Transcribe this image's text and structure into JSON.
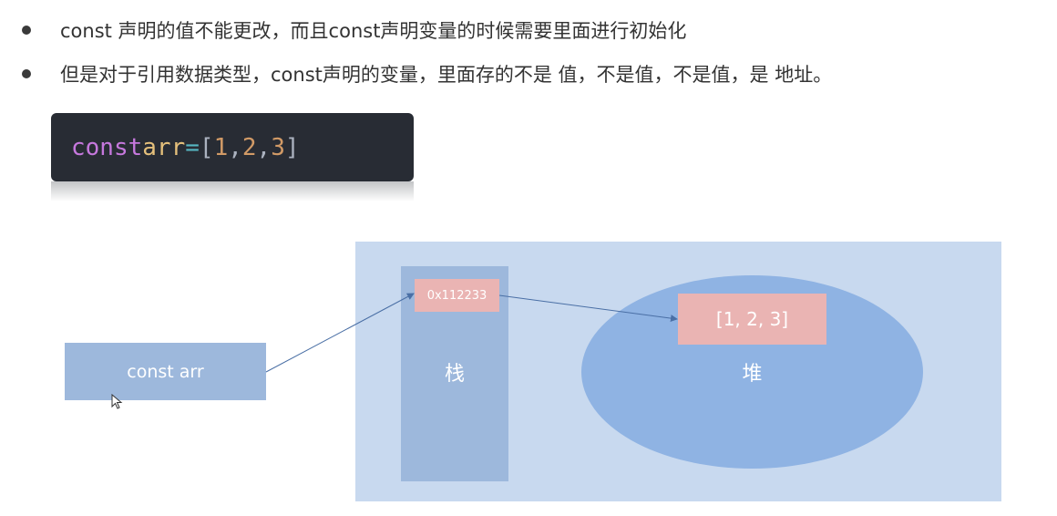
{
  "bullets": [
    "const 声明的值不能更改，而且const声明变量的时候需要里面进行初始化",
    "但是对于引用数据类型，const声明的变量，里面存的不是 值，不是值，不是值，是 地址。"
  ],
  "code": {
    "keyword": "const",
    "identifier": "arr",
    "operator": "=",
    "open_bracket": "[",
    "values": [
      "1",
      "2",
      "3"
    ],
    "separator": ",",
    "close_bracket": "]"
  },
  "diagram": {
    "variable_label": "const arr",
    "stack_label": "栈",
    "address": "0x112233",
    "heap_label": "堆",
    "heap_value": "[1, 2, 3]"
  },
  "colors": {
    "diagram_background": "#c8d9ef",
    "stack": "#9db8dc",
    "heap": "#8fb3e3",
    "pink_box": "#eab4b3",
    "arrow": "#4a6fa5"
  }
}
